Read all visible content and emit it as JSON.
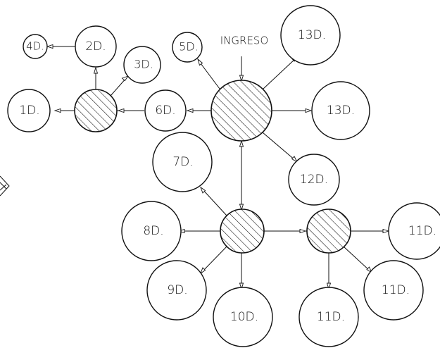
{
  "diagram": {
    "entry_label": "INGRESO",
    "nodes": {
      "n4d": "4D.",
      "n2d": "2D.",
      "n3d": "3D.",
      "n1d": "1D.",
      "n6d": "6D.",
      "n5d": "5D.",
      "n13d_top": "13D.",
      "n13d_right": "13D.",
      "n12d": "12D.",
      "n7d": "7D.",
      "n8d": "8D.",
      "n9d": "9D.",
      "n10d": "10D.",
      "n11d_bottom": "11D.",
      "n11d_lower_right": "11D.",
      "n11d_right": "11D."
    },
    "colors": {
      "stroke": "#111111",
      "background": "#ffffff"
    }
  }
}
